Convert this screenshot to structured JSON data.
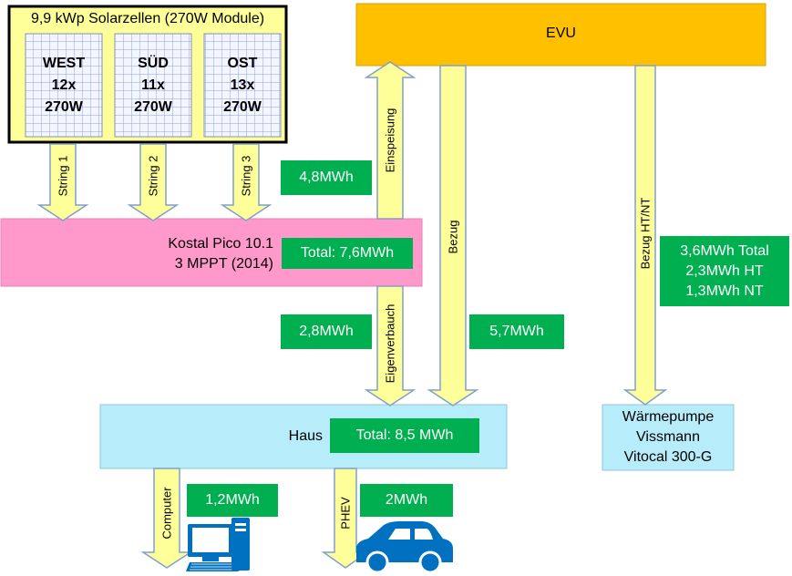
{
  "solar": {
    "title": "9,9 kWp Solarzellen (270W Module)",
    "panels": [
      {
        "dir": "WEST",
        "count": "12x",
        "watt": "270W"
      },
      {
        "dir": "SÜD",
        "count": "11x",
        "watt": "270W"
      },
      {
        "dir": "OST",
        "count": "13x",
        "watt": "270W"
      }
    ],
    "strings": [
      "String 1",
      "String 2",
      "String 3"
    ]
  },
  "evu": {
    "label": "EVU"
  },
  "inverter": {
    "line1": "Kostal Pico 10.1",
    "line2": "3 MPPT (2014)",
    "total": "Total: 7,6MWh"
  },
  "flows": {
    "einspeisung": {
      "label": "Einspeisung",
      "value": "4,8MWh"
    },
    "eigenverbauch": {
      "label": "Eigenverbauch",
      "value": "2,8MWh"
    },
    "bezug": {
      "label": "Bezug",
      "value": "5,7MWh"
    },
    "bezug_htnt": {
      "label": "Bezug HT/NT",
      "line1": "3,6MWh Total",
      "line2": "2,3MWh HT",
      "line3": "1,3MWh NT"
    }
  },
  "haus": {
    "label": "Haus",
    "total": "Total: 8,5 MWh"
  },
  "waermepumpe": {
    "line1": "Wärmepumpe",
    "line2": "Vissmann",
    "line3": "Vitocal 300-G"
  },
  "consumers": {
    "computer": {
      "label": "Computer",
      "value": "1,2MWh"
    },
    "phev": {
      "label": "PHEV",
      "value": "2MWh"
    }
  },
  "colors": {
    "arrow_fill": "#ffff99",
    "arrow_stroke": "#7f9fcf",
    "green": "#00b050",
    "evu": "#ffc000",
    "inverter": "#ff99cc",
    "haus": "#b7ecfa"
  }
}
